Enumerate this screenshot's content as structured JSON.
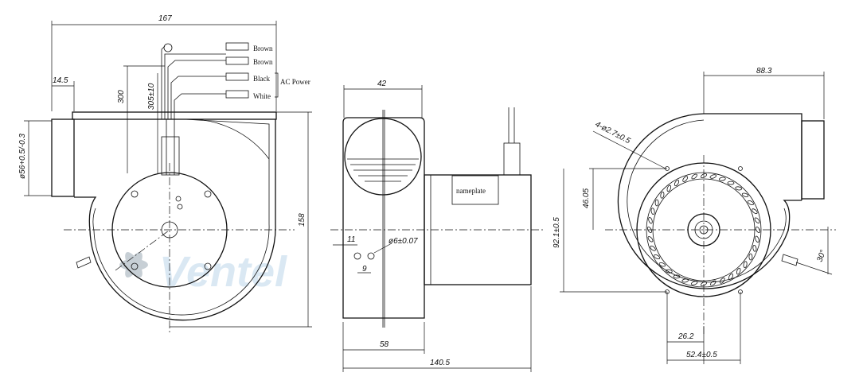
{
  "dimensions": {
    "overall_width": "167",
    "flange": "14.5",
    "lead_300": "300",
    "lead_305": "305±10",
    "outlet_dia": "ø56+0.5/-0.3",
    "height_158": "158",
    "rotor_dia": "42",
    "holes_11": "11",
    "holes_9": "9",
    "shaft_dia": "ø6±0.07",
    "depth_58": "58",
    "length_140": "140.5",
    "right_88": "88.3",
    "holes_spec": "4-ø2.7±0.5",
    "height_46": "46.05",
    "height_92": "92.1±0.5",
    "angle_30": "30°",
    "spacing_26": "26.2",
    "spacing_52": "52.4±0.5"
  },
  "wires": [
    "Brown",
    "Brown",
    "Black",
    "White"
  ],
  "power_label": "AC Power",
  "nameplate": "nameplate",
  "watermark": "Ventel",
  "colors": {
    "line": "#111111",
    "watermark": "#bcd7ea"
  }
}
